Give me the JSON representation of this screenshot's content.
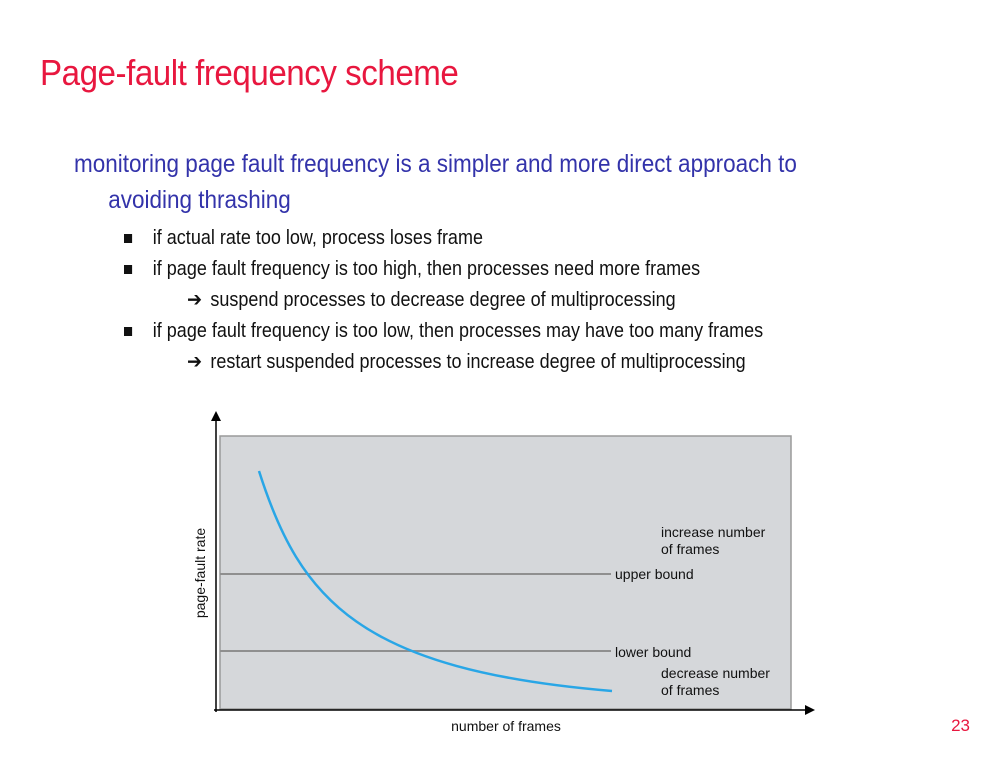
{
  "title": "Page-fault frequency scheme",
  "lead": {
    "line1": "monitoring page fault frequency is a simpler and more direct approach to",
    "line2": "avoiding thrashing"
  },
  "bullets": [
    {
      "text": "if actual rate too low, process loses frame"
    },
    {
      "text": "if page fault frequency is too high, then processes need more frames",
      "sub": "suspend processes to decrease degree of multiprocessing"
    },
    {
      "text": "if page fault frequency is too low, then processes may have too many frames",
      "sub": "restart suspended processes to increase degree of multiprocessing"
    }
  ],
  "arrow_glyph": "➔",
  "diagram": {
    "y_axis_label": "page-fault rate",
    "x_axis_label": "number of frames",
    "upper_bound_label": "upper bound",
    "lower_bound_label": "lower bound",
    "increase_label": [
      "increase number",
      "of frames"
    ],
    "decrease_label": [
      "decrease number",
      "of frames"
    ],
    "colors": {
      "plot_background": "#d5d7da",
      "curve": "#29a6e6",
      "bound_lines": "#8f8f8f"
    }
  },
  "page_number": "23"
}
